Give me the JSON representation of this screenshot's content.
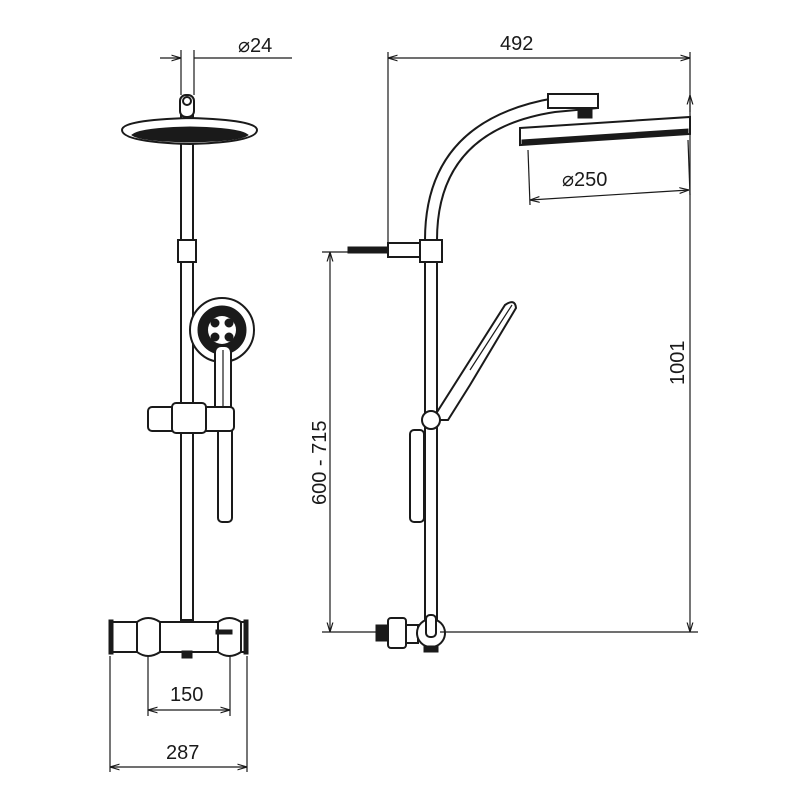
{
  "drawing": {
    "dimensions": {
      "pipe_diameter": "⌀24",
      "arm_reach": "492",
      "head_diameter": "⌀250",
      "total_height": "1001",
      "height_range": "600 - 715",
      "connection_spacing": "150",
      "valve_width": "287"
    },
    "colors": {
      "line": "#1a1a1a",
      "background": "#ffffff"
    }
  }
}
